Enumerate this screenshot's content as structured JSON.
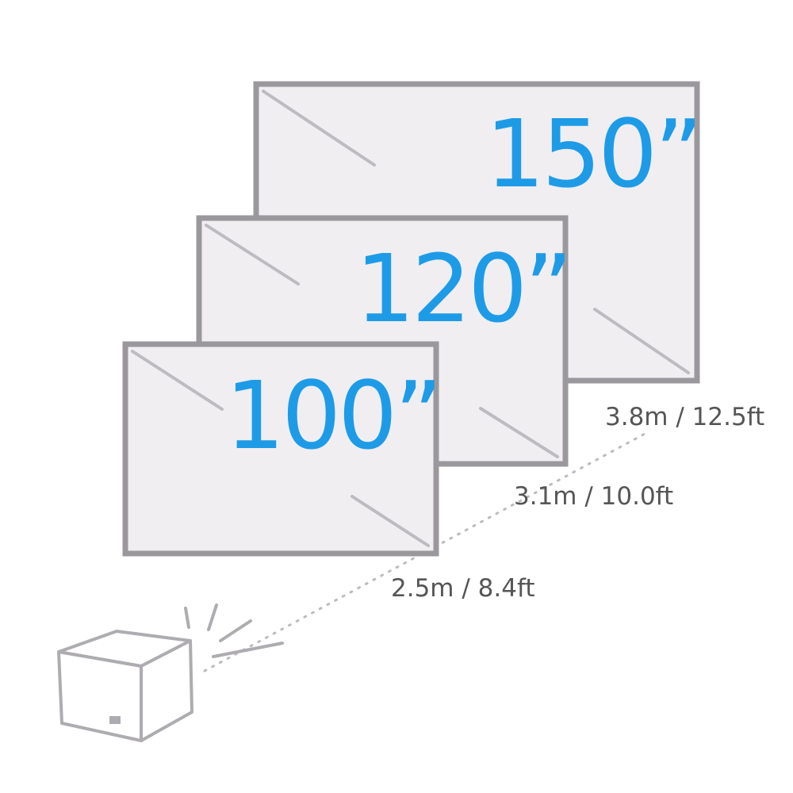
{
  "screens": [
    {
      "size_label": "150”",
      "distance_label": "3.8m / 12.5ft"
    },
    {
      "size_label": "120”",
      "distance_label": "3.1m / 10.0ft"
    },
    {
      "size_label": "100”",
      "distance_label": "2.5m / 8.4ft"
    }
  ],
  "colors": {
    "accent": "#1e9be6",
    "frame": "#9a989c",
    "screen_fill": "#f0eef1",
    "text": "#555555"
  }
}
